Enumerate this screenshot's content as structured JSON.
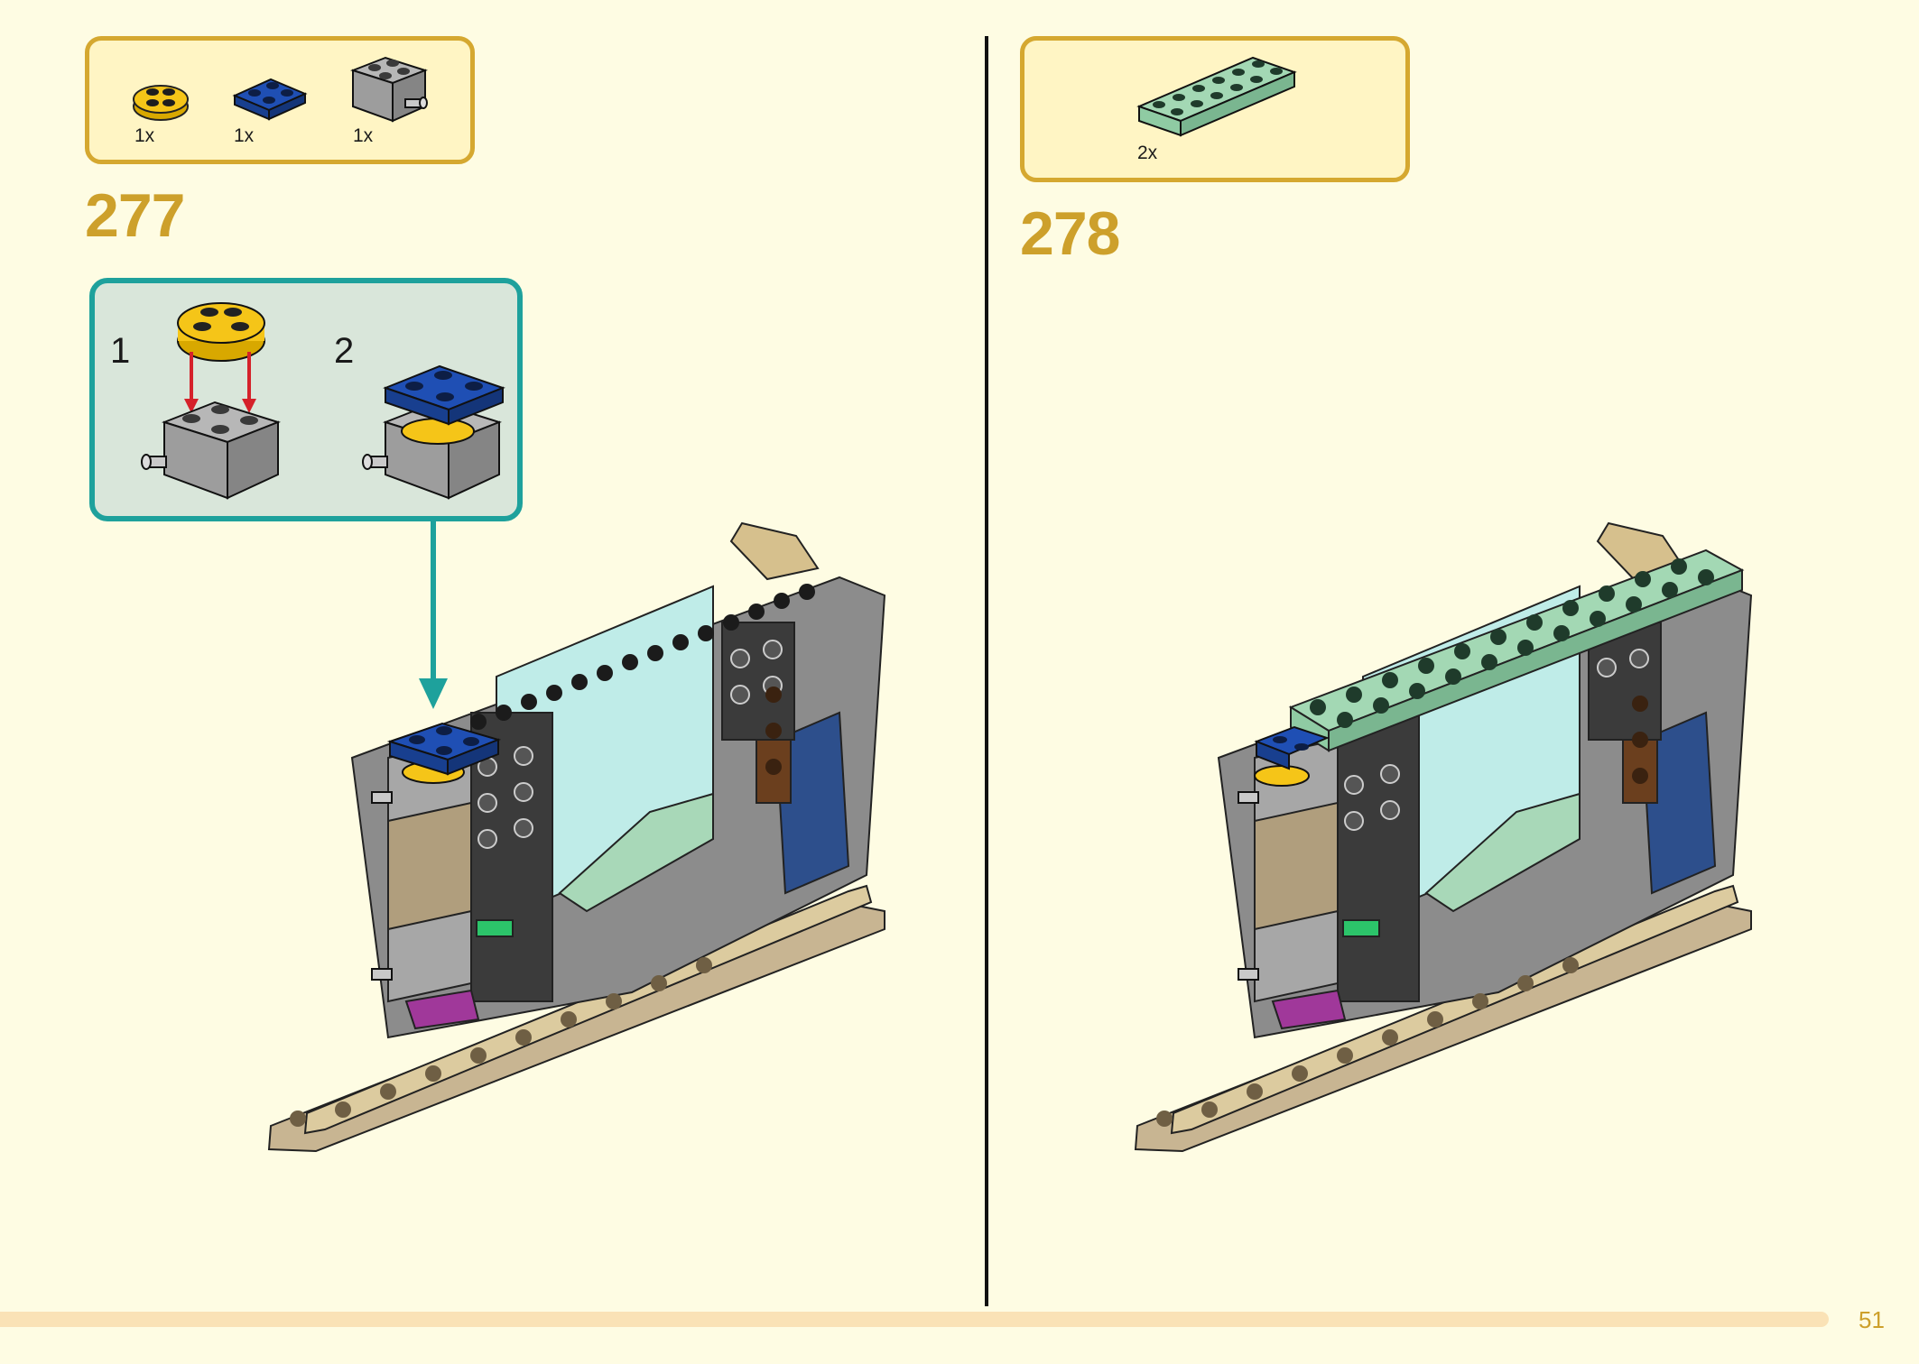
{
  "steps": [
    {
      "number": "277",
      "parts": [
        {
          "icon": "yellow-round-plate-icon",
          "qty": "1x",
          "color": "#f5c518"
        },
        {
          "icon": "blue-plate-2x2-icon",
          "qty": "1x",
          "color": "#1f4fb4"
        },
        {
          "icon": "grey-brick-with-pin-icon",
          "qty": "1x",
          "color": "#9d9d9d"
        }
      ],
      "substeps": [
        {
          "number": "1"
        },
        {
          "number": "2"
        }
      ]
    },
    {
      "number": "278",
      "parts": [
        {
          "icon": "sand-green-plate-2x6-icon",
          "qty": "2x",
          "color": "#8fcba3"
        }
      ]
    }
  ],
  "page": {
    "number": "51"
  },
  "colors": {
    "background": "#fefce3",
    "accent": "#cda02b",
    "callout": "#1ea19c",
    "divider": "#111111",
    "footer": "#fae2b6"
  }
}
